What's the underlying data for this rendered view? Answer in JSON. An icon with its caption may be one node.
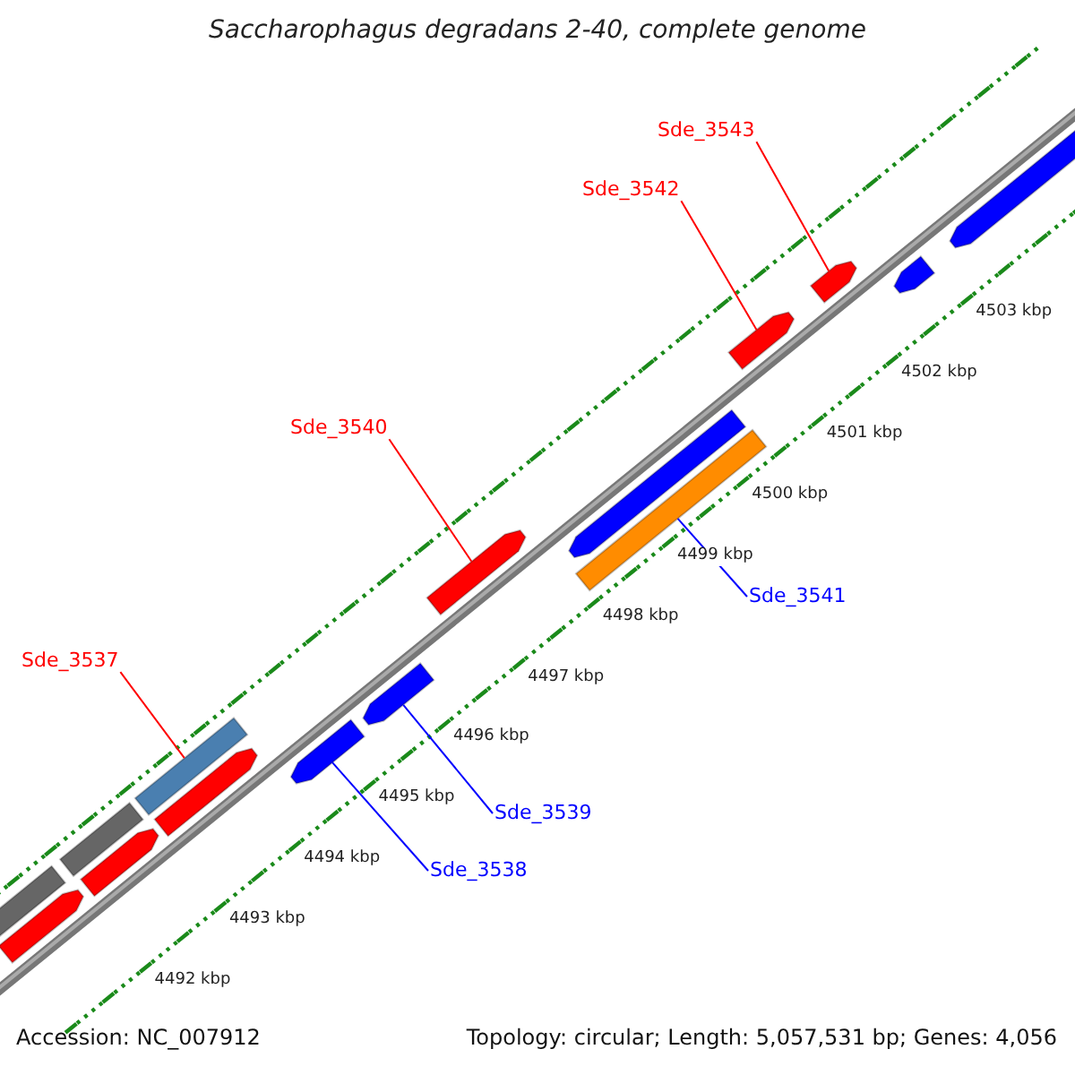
{
  "diagram": {
    "title": "Saccharophagus degradans 2-40, complete genome",
    "nodes": [
      {
        "text": [
          "Sde_3543"
        ]
      },
      {
        "text": [
          "Sde_3542"
        ]
      },
      {
        "text": [
          "Sde_3540"
        ]
      },
      {
        "text": [
          "Sde_3541"
        ]
      },
      {
        "text": [
          "Sde_3537"
        ]
      },
      {
        "text": [
          "Sde_3539"
        ]
      },
      {
        "text": [
          "Sde_3538"
        ]
      },
      {
        "text": [],
        "shape": "bar"
      },
      {
        "text": [],
        "shape": "pentagon"
      },
      {
        "text": [],
        "shape": "pentagon"
      },
      {
        "text": [],
        "shape": "bar"
      },
      {
        "text": [],
        "shape": "pentagon"
      },
      {
        "text": [],
        "shape": "bar"
      },
      {
        "text": [],
        "shape": "pentagon"
      },
      {
        "text": [],
        "shape": "pentagon"
      },
      {
        "text": [],
        "shape": "pentagon"
      },
      {
        "text": [],
        "shape": "bar"
      },
      {
        "text": [],
        "shape": "pentagon"
      },
      {
        "text": [],
        "shape": "pentagon"
      },
      {
        "text": [],
        "shape": "pentagon"
      },
      {
        "text": [],
        "shape": "pentagon"
      },
      {
        "text": [],
        "shape": "pentagon"
      }
    ],
    "edges": [
      {
        "from": 0,
        "to": 19,
        "arrow": "none",
        "color": "#ff0000"
      },
      {
        "from": 1,
        "to": 18,
        "arrow": "none",
        "color": "#ff0000"
      },
      {
        "from": 2,
        "to": 15,
        "arrow": "none",
        "color": "#ff0000"
      },
      {
        "from": 3,
        "to": 16,
        "arrow": "none",
        "color": "#0000ff"
      },
      {
        "from": 4,
        "to": 12,
        "arrow": "none",
        "color": "#ff0000"
      },
      {
        "from": 5,
        "to": 14,
        "arrow": "none",
        "color": "#0000ff"
      },
      {
        "from": 6,
        "to": 13,
        "arrow": "none",
        "color": "#0000ff"
      }
    ],
    "labels": [
      "4503 kbp",
      "4502 kbp",
      "4501 kbp",
      "4500 kbp",
      "4499 kbp",
      "4498 kbp",
      "4497 kbp",
      "4496 kbp",
      "4495 kbp",
      "4494 kbp",
      "4493 kbp",
      "4492 kbp",
      "Accession: NC_007912",
      "Topology: circular; Length: 5,057,531 bp; Genes: 4,056"
    ]
  }
}
